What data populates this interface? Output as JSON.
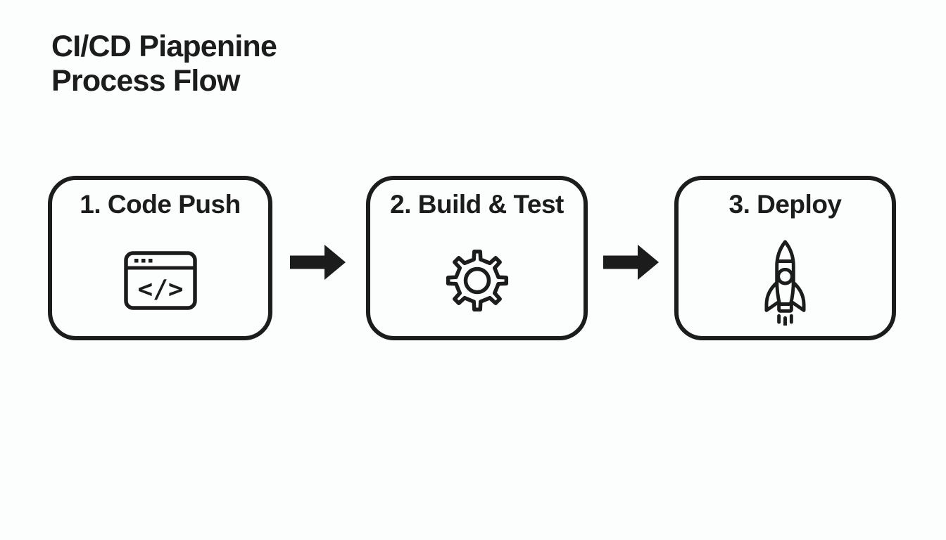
{
  "colors": {
    "background": "#fcfdfd",
    "ink": "#1c1c1c"
  },
  "title": {
    "line1": "CI/CD Piapenine",
    "line2": "Process Flow"
  },
  "steps": [
    {
      "label": "1. Code Push",
      "icon": "code-window-icon",
      "icon_glyph": "</>"
    },
    {
      "label": "2. Build & Test",
      "icon": "gear-icon"
    },
    {
      "label": "3. Deploy",
      "icon": "rocket-icon"
    }
  ],
  "connectors": [
    {
      "icon": "arrow-right-icon"
    },
    {
      "icon": "arrow-right-icon"
    }
  ]
}
